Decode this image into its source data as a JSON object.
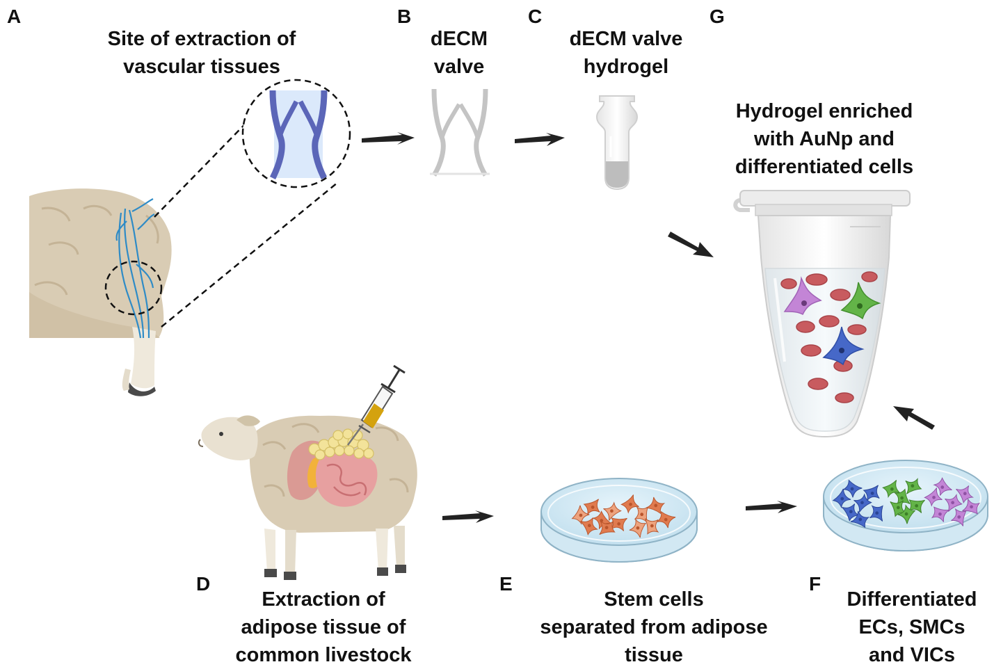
{
  "panels": {
    "A": {
      "letter": "A",
      "caption": [
        "Site of extraction of",
        "vascular tissues"
      ]
    },
    "B": {
      "letter": "B",
      "caption": [
        "dECM",
        "valve"
      ]
    },
    "C": {
      "letter": "C",
      "caption": [
        "dECM valve",
        "hydrogel"
      ]
    },
    "G": {
      "letter": "G",
      "caption": [
        "Hydrogel enriched",
        "with AuNp and",
        "differentiated cells"
      ]
    },
    "D": {
      "letter": "D",
      "caption": [
        "Extraction of",
        "adipose tissue of",
        "common livestock"
      ]
    },
    "E": {
      "letter": "E",
      "caption": [
        "Stem cells",
        "separated from adipose",
        "tissue"
      ]
    },
    "F": {
      "letter": "F",
      "caption": [
        "Differentiated",
        "ECs, SMCs",
        "and VICs"
      ]
    }
  },
  "colors": {
    "text": "#111111",
    "vein": "#5b66b8",
    "vein_fill": "#dbe9fb",
    "decm_valve": "#c4c4c4",
    "wool": "#d9ccb4",
    "wool_shadow": "#c9b99d",
    "blood_vessel": "#2e8bc6",
    "adipose": "#f3e39a",
    "intestine": "#e7a0a0",
    "syringe_fluid": "#d4a20e",
    "dish": "#cbe6f3",
    "stem_cell": "#e07b4f",
    "endothelial_cell": "#4668c8",
    "smooth_muscle_cell": "#63b448",
    "valve_interstitial_cell": "#c385d6",
    "red_cell": "#c85b5f",
    "arrow": "#222222"
  },
  "icons": {
    "sheep_leg": "sheep-hindquarter-icon",
    "sheep_full": "sheep-icon",
    "vein_valve": "vein-valve-icon",
    "decm_valve": "decm-valve-icon",
    "hydrogel_tube": "hydrogel-tube-icon",
    "eppendorf_tube": "eppendorf-tube-icon",
    "syringe": "syringe-icon",
    "stem_cell_dish": "petri-dish-icon",
    "differentiated_dish": "petri-dish-icon",
    "arrow": "arrow-icon"
  }
}
